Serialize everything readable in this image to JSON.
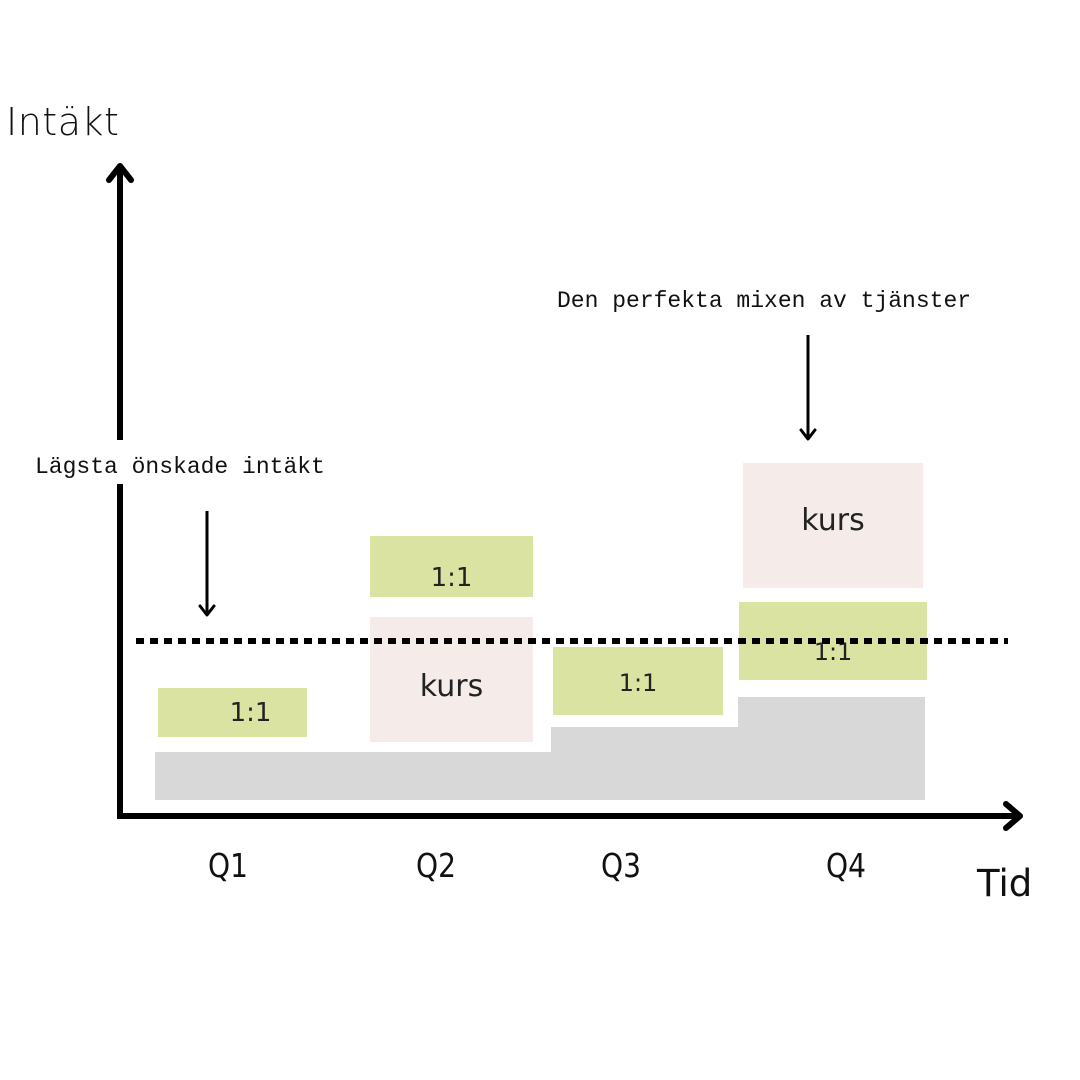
{
  "chart_data": {
    "type": "diagram-stacked-blocks",
    "title": "",
    "ylabel": "Intäkt",
    "xlabel": "Tid",
    "categories": [
      "Q1",
      "Q2",
      "Q3",
      "Q4"
    ],
    "threshold_line": {
      "label": "Lägsta önskade intäkt",
      "style": "dotted",
      "relative_level": 0.5
    },
    "annotations": [
      {
        "text": "Lägsta önskade intäkt",
        "points_to": "threshold_line"
      },
      {
        "text": "Den perfekta mixen av tjänster",
        "points_to": "Q4"
      }
    ],
    "series": [
      {
        "name": "bas",
        "color": "#d8d8d8",
        "values_relative": [
          0.2,
          0.2,
          0.3,
          0.43
        ]
      },
      {
        "name": "1:1",
        "color": "#dbe3a3",
        "present": [
          true,
          true,
          true,
          true
        ]
      },
      {
        "name": "kurs",
        "color": "#f5ece9",
        "present": [
          false,
          true,
          false,
          true
        ]
      }
    ],
    "stacks": [
      {
        "quarter": "Q1",
        "blocks": [
          "bas",
          "1:1"
        ],
        "meets_threshold": false
      },
      {
        "quarter": "Q2",
        "blocks": [
          "bas",
          "kurs",
          "1:1"
        ],
        "meets_threshold": true
      },
      {
        "quarter": "Q3",
        "blocks": [
          "bas",
          "1:1"
        ],
        "meets_threshold": true
      },
      {
        "quarter": "Q4",
        "blocks": [
          "bas",
          "1:1",
          "kurs"
        ],
        "meets_threshold": true
      }
    ],
    "colors": {
      "one_to_one": "#dbe3a3",
      "course": "#f5ece9",
      "base": "#d8d8d8",
      "axis": "#000000"
    }
  },
  "axes": {
    "y_label": "Intäkt",
    "x_label": "Tid",
    "ticks": [
      "Q1",
      "Q2",
      "Q3",
      "Q4"
    ]
  },
  "annotations": {
    "min_income": "Lägsta önskade intäkt",
    "perfect_mix": "Den perfekta mixen av tjänster"
  },
  "blocks": {
    "q1_one_to_one": "1:1",
    "q2_course": "kurs",
    "q2_one_to_one": "1:1",
    "q3_one_to_one": "1:1",
    "q4_one_to_one": "1:1",
    "q4_course": "kurs"
  }
}
